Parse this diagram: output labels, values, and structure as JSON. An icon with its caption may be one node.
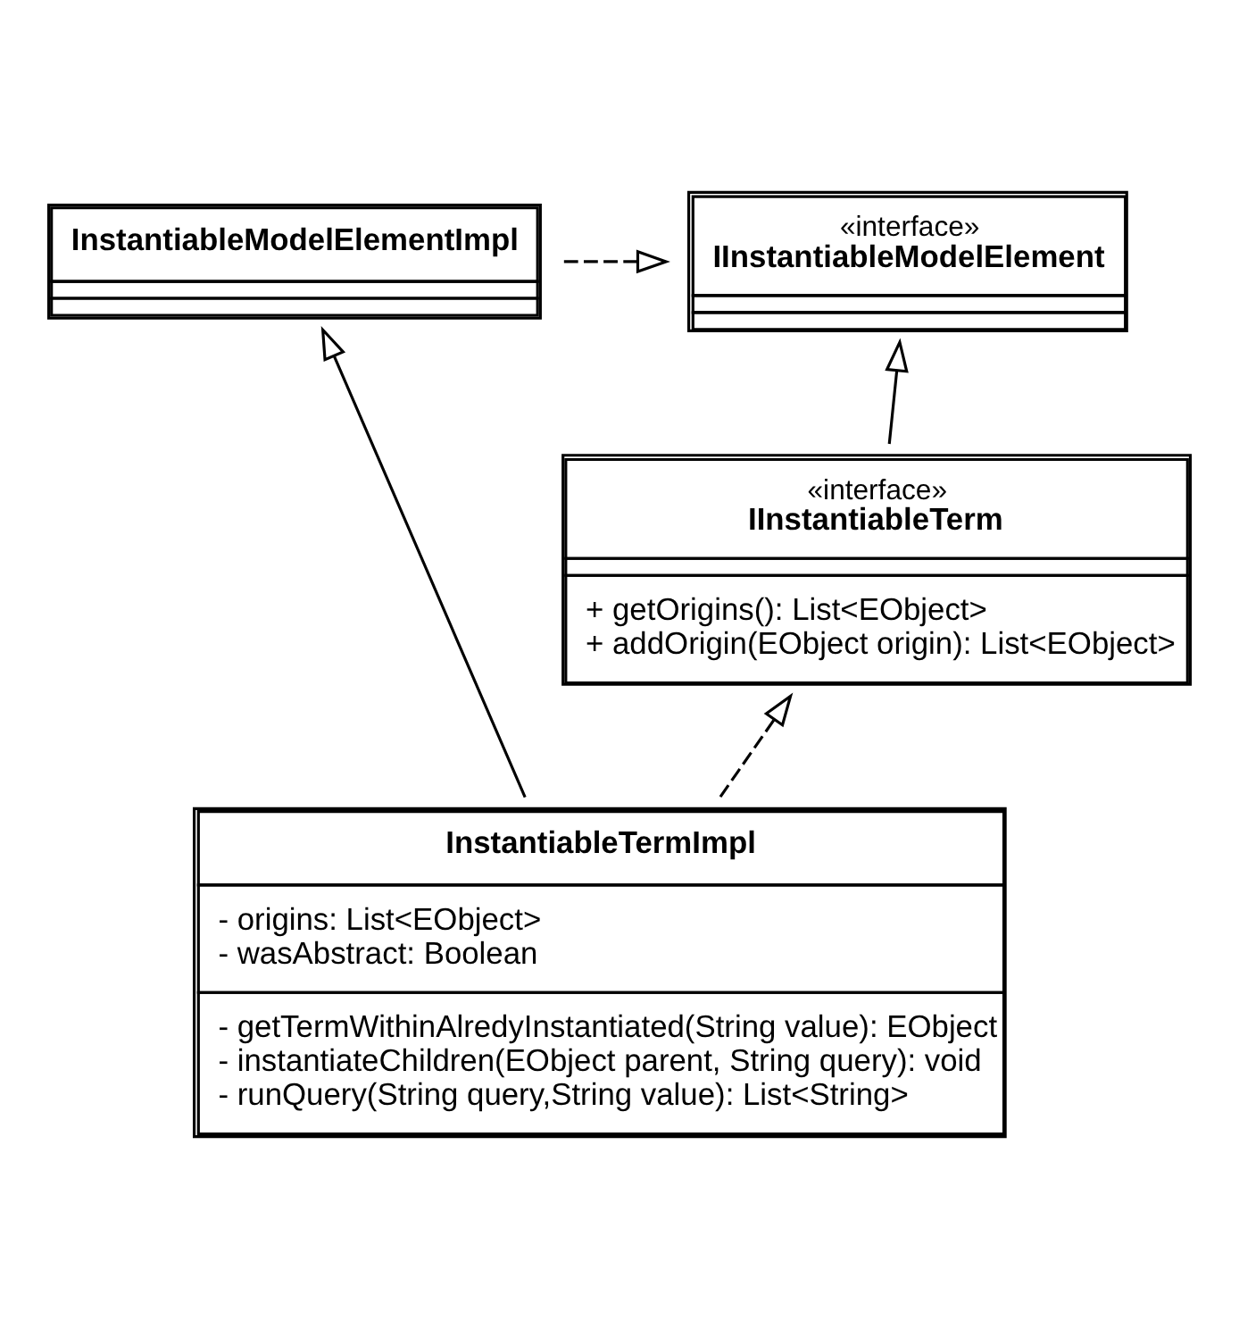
{
  "diagram": {
    "nodes": [
      {
        "text": [
          "InstantiableModelElementImpl"
        ]
      },
      {
        "text": [
          "«interface»",
          "IInstantiableModelElement"
        ]
      },
      {
        "text": [
          "«interface»",
          "IInstantiableTerm",
          "+ getOrigins(): List<EObject>",
          "+ addOrigin(EObject origin): List<EObject>"
        ]
      },
      {
        "text": [
          "InstantiableTermImpl",
          "- origins: List<EObject>",
          "- wasAbstract: Boolean",
          "- getTermWithinAlredyInstantiated(String value): EObject",
          "- instantiateChildren(EObject parent, String query): void",
          "- runQuery(String query,String value): List<String>"
        ]
      }
    ],
    "edges": [
      {
        "from": 0,
        "to": 1,
        "arrow": "to",
        "style": "dashed"
      },
      {
        "from": 2,
        "to": 1,
        "arrow": "to"
      },
      {
        "from": 3,
        "to": 2,
        "arrow": "to",
        "style": "dashed"
      },
      {
        "from": 3,
        "to": 0,
        "arrow": "to"
      }
    ]
  }
}
